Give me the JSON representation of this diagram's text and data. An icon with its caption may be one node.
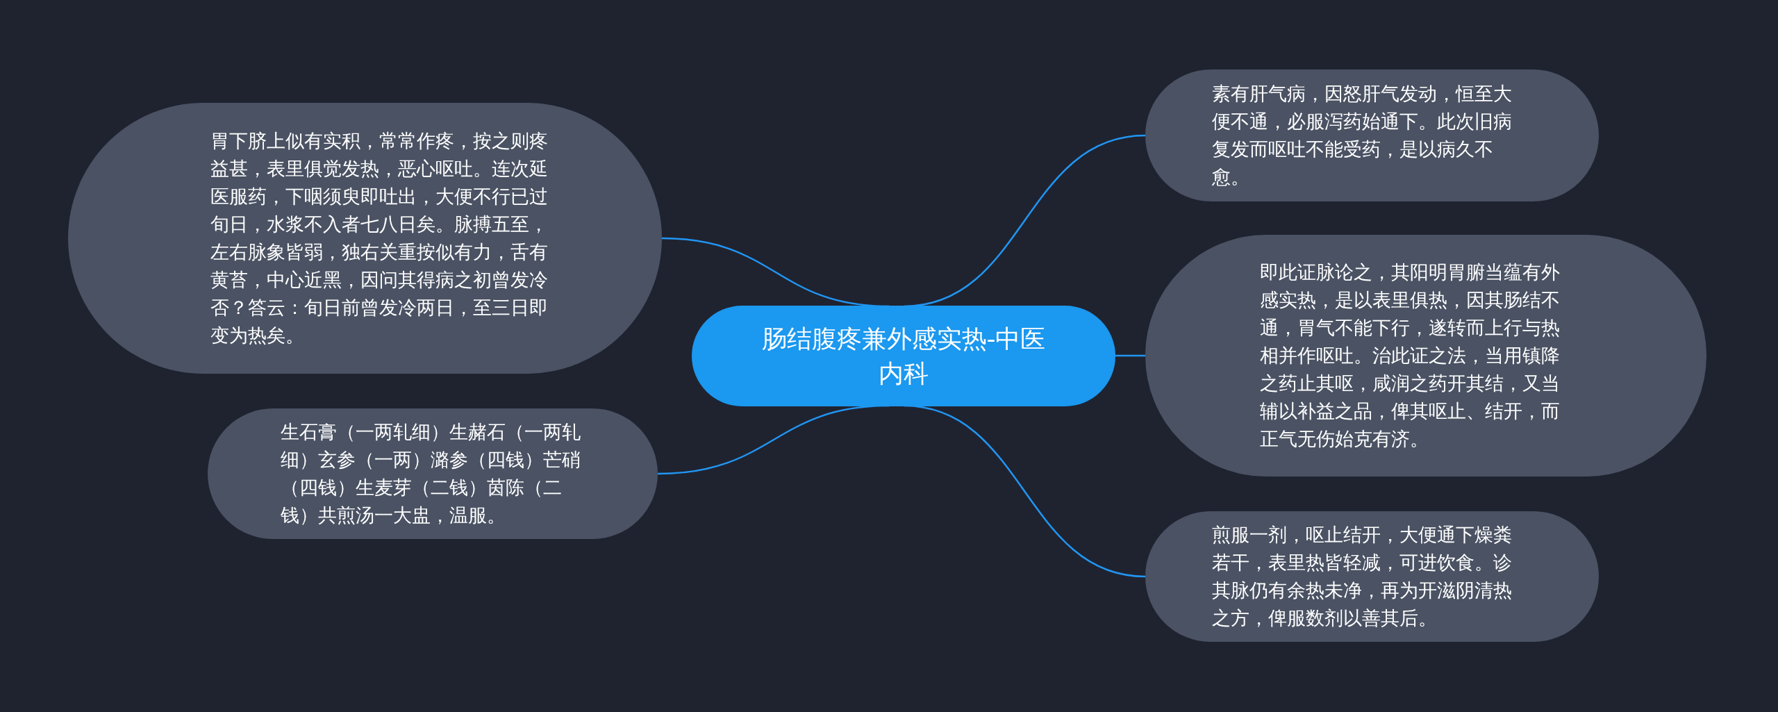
{
  "diagram": {
    "nodes": [
      {
        "text": [
          "肠结腹疼兼外感实热-中医内科"
        ]
      },
      {
        "text": [
          "胃下脐上似有实积，常常作疼，按之则疼益甚，表里俱觉发热，恶心呕吐。连次延医服药，下咽须臾即吐出，大便不行已过旬日，水浆不入者七八日矣。脉搏五至，左右脉象皆弱，独右关重按似有力，舌有黄苔，中心近黑，因问其得病之初曾发冷否？答云：旬日前曾发冷两日，至三日即变为热矣。"
        ]
      },
      {
        "text": [
          "生石膏（一两轧细）生赭石（一两轧细）玄参（一两）潞参（四钱）芒硝（四钱）生麦芽（二钱）茵陈（二钱）共煎汤一大盅，温服。"
        ]
      },
      {
        "text": [
          "素有肝气病，因怒肝气发动，恒至大便不通，必服泻药始通下。此次旧病复发而呕吐不能受药，是以病久不愈。"
        ]
      },
      {
        "text": [
          "即此证脉论之，其阳明胃腑当蕴有外感实热，是以表里俱热，因其肠结不通，胃气不能下行，遂转而上行与热相并作呕吐。治此证之法，当用镇降之药止其呕，咸润之药开其结，又当辅以补益之品，俾其呕止、结开，而正气无伤始克有济。"
        ]
      },
      {
        "text": [
          "煎服一剂，呕止结开，大便通下燥粪若干，表里热皆轻减，可进饮食。诊其脉仍有余热未净，再为开滋阴清热之方，俾服数剂以善其后。"
        ]
      }
    ],
    "edges": [
      {
        "from": 0,
        "to": 1,
        "arrow": "none"
      },
      {
        "from": 0,
        "to": 2,
        "arrow": "none"
      },
      {
        "from": 0,
        "to": 3,
        "arrow": "none"
      },
      {
        "from": 0,
        "to": 4,
        "arrow": "none"
      },
      {
        "from": 0,
        "to": 5,
        "arrow": "none"
      }
    ]
  }
}
